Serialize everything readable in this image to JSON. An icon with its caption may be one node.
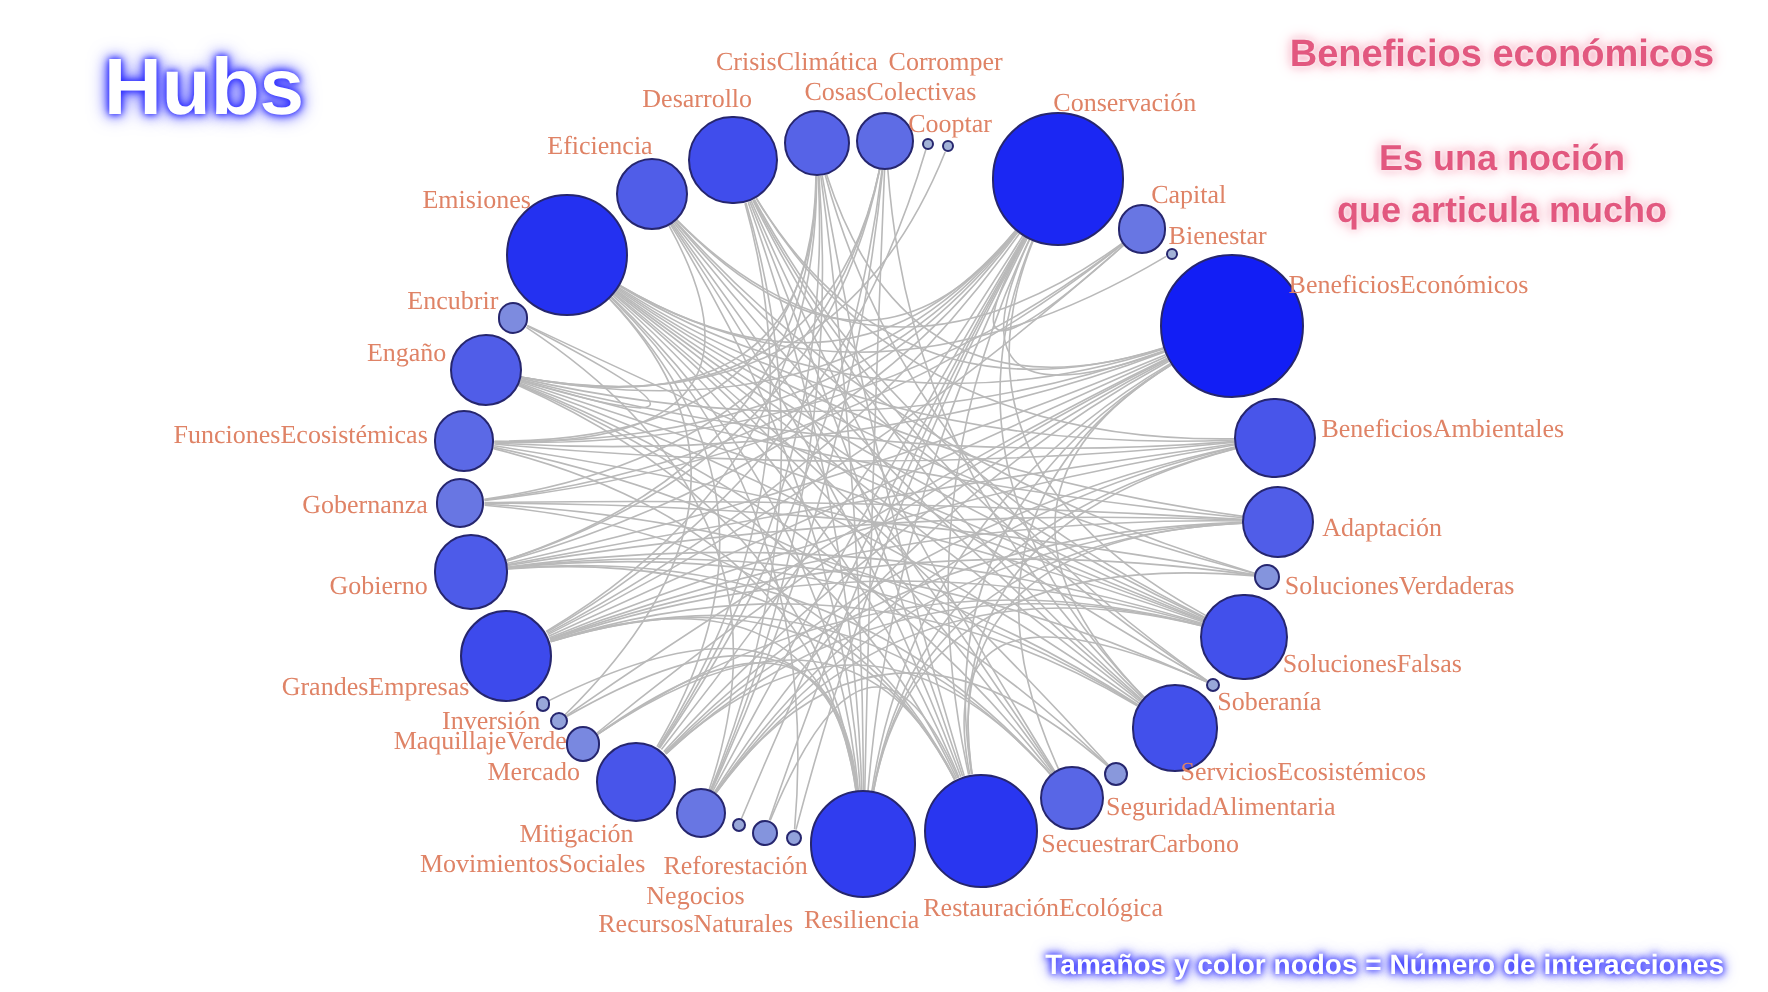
{
  "diagram": {
    "title": "Hubs",
    "nodes": [
      {
        "text": [
          "Adaptación"
        ]
      },
      {
        "text": [
          "BeneficiosAmbientales"
        ]
      },
      {
        "text": [
          "BeneficiosEconómicos"
        ]
      },
      {
        "text": [
          "Bienestar"
        ]
      },
      {
        "text": [
          "Capital"
        ]
      },
      {
        "text": [
          "Conservación"
        ]
      },
      {
        "text": [
          "Cooptar"
        ]
      },
      {
        "text": [
          "Corromper"
        ]
      },
      {
        "text": [
          "CosasColectivas"
        ]
      },
      {
        "text": [
          "CrisisClimática"
        ]
      },
      {
        "text": [
          "Desarrollo"
        ]
      },
      {
        "text": [
          "Eficiencia"
        ]
      },
      {
        "text": [
          "Emisiones"
        ]
      },
      {
        "text": [
          "Encubrir"
        ]
      },
      {
        "text": [
          "Engaño"
        ]
      },
      {
        "text": [
          "FuncionesEcosistémicas"
        ]
      },
      {
        "text": [
          "Gobernanza"
        ]
      },
      {
        "text": [
          "Gobierno"
        ]
      },
      {
        "text": [
          "GrandesEmpresas"
        ]
      },
      {
        "text": [
          "Inversión"
        ]
      },
      {
        "text": [
          "MaquillajeVerde"
        ]
      },
      {
        "text": [
          "Mercado"
        ]
      },
      {
        "text": [
          "Mitigación"
        ]
      },
      {
        "text": [
          "MovimientosSociales"
        ]
      },
      {
        "text": [
          "Negocios"
        ]
      },
      {
        "text": [
          "RecursosNaturales"
        ]
      },
      {
        "text": [
          "Reforestación"
        ]
      },
      {
        "text": [
          "Resiliencia"
        ]
      },
      {
        "text": [
          "RestauraciónEcológica"
        ]
      },
      {
        "text": [
          "SecuestrarCarbono"
        ]
      },
      {
        "text": [
          "SeguridadAlimentaria"
        ]
      },
      {
        "text": [
          "ServiciosEcosistémicos"
        ]
      },
      {
        "text": [
          "Soberanía"
        ]
      },
      {
        "text": [
          "SolucionesFalsas"
        ]
      },
      {
        "text": [
          "SolucionesVerdaderas"
        ]
      }
    ],
    "edges": [
      {
        "from": 2,
        "to": 12,
        "arrow": "none"
      },
      {
        "from": 2,
        "to": 5,
        "arrow": "none"
      },
      {
        "from": 2,
        "to": 28,
        "arrow": "none"
      },
      {
        "from": 2,
        "to": 27,
        "arrow": "none"
      },
      {
        "from": 2,
        "to": 18,
        "arrow": "none"
      },
      {
        "from": 2,
        "to": 10,
        "arrow": "none"
      },
      {
        "from": 2,
        "to": 22,
        "arrow": "none"
      },
      {
        "from": 2,
        "to": 31,
        "arrow": "none"
      },
      {
        "from": 2,
        "to": 14,
        "arrow": "none"
      },
      {
        "from": 2,
        "to": 17,
        "arrow": "none"
      },
      {
        "from": 2,
        "to": 21,
        "arrow": "none"
      },
      {
        "from": 2,
        "to": 23,
        "arrow": "none"
      },
      {
        "from": 2,
        "to": 29,
        "arrow": "none"
      },
      {
        "from": 2,
        "to": 15,
        "arrow": "none"
      },
      {
        "from": 2,
        "to": 9,
        "arrow": "none"
      },
      {
        "from": 2,
        "to": 20,
        "arrow": "none"
      },
      {
        "from": 5,
        "to": 12,
        "arrow": "none"
      },
      {
        "from": 5,
        "to": 28,
        "arrow": "none"
      },
      {
        "from": 5,
        "to": 27,
        "arrow": "none"
      },
      {
        "from": 5,
        "to": 18,
        "arrow": "none"
      },
      {
        "from": 5,
        "to": 31,
        "arrow": "none"
      },
      {
        "from": 5,
        "to": 33,
        "arrow": "none"
      },
      {
        "from": 5,
        "to": 15,
        "arrow": "none"
      },
      {
        "from": 5,
        "to": 16,
        "arrow": "none"
      },
      {
        "from": 5,
        "to": 22,
        "arrow": "none"
      },
      {
        "from": 5,
        "to": 23,
        "arrow": "none"
      },
      {
        "from": 5,
        "to": 25,
        "arrow": "none"
      },
      {
        "from": 5,
        "to": 17,
        "arrow": "none"
      },
      {
        "from": 5,
        "to": 11,
        "arrow": "none"
      },
      {
        "from": 5,
        "to": 14,
        "arrow": "none"
      },
      {
        "from": 12,
        "to": 28,
        "arrow": "none"
      },
      {
        "from": 12,
        "to": 27,
        "arrow": "none"
      },
      {
        "from": 12,
        "to": 33,
        "arrow": "none"
      },
      {
        "from": 12,
        "to": 29,
        "arrow": "none"
      },
      {
        "from": 12,
        "to": 0,
        "arrow": "none"
      },
      {
        "from": 12,
        "to": 1,
        "arrow": "none"
      },
      {
        "from": 12,
        "to": 31,
        "arrow": "none"
      },
      {
        "from": 12,
        "to": 22,
        "arrow": "none"
      },
      {
        "from": 12,
        "to": 34,
        "arrow": "none"
      },
      {
        "from": 12,
        "to": 32,
        "arrow": "none"
      },
      {
        "from": 12,
        "to": 26,
        "arrow": "none"
      },
      {
        "from": 28,
        "to": 18,
        "arrow": "none"
      },
      {
        "from": 28,
        "to": 10,
        "arrow": "none"
      },
      {
        "from": 28,
        "to": 14,
        "arrow": "none"
      },
      {
        "from": 28,
        "to": 16,
        "arrow": "none"
      },
      {
        "from": 28,
        "to": 0,
        "arrow": "none"
      },
      {
        "from": 28,
        "to": 1,
        "arrow": "none"
      },
      {
        "from": 28,
        "to": 9,
        "arrow": "none"
      },
      {
        "from": 28,
        "to": 11,
        "arrow": "none"
      },
      {
        "from": 28,
        "to": 17,
        "arrow": "none"
      },
      {
        "from": 28,
        "to": 21,
        "arrow": "none"
      },
      {
        "from": 27,
        "to": 18,
        "arrow": "none"
      },
      {
        "from": 27,
        "to": 10,
        "arrow": "none"
      },
      {
        "from": 27,
        "to": 9,
        "arrow": "none"
      },
      {
        "from": 27,
        "to": 1,
        "arrow": "none"
      },
      {
        "from": 27,
        "to": 0,
        "arrow": "none"
      },
      {
        "from": 27,
        "to": 15,
        "arrow": "none"
      },
      {
        "from": 27,
        "to": 14,
        "arrow": "none"
      },
      {
        "from": 27,
        "to": 11,
        "arrow": "none"
      },
      {
        "from": 27,
        "to": 8,
        "arrow": "none"
      },
      {
        "from": 27,
        "to": 20,
        "arrow": "none"
      },
      {
        "from": 18,
        "to": 33,
        "arrow": "none"
      },
      {
        "from": 18,
        "to": 31,
        "arrow": "none"
      },
      {
        "from": 18,
        "to": 1,
        "arrow": "none"
      },
      {
        "from": 18,
        "to": 0,
        "arrow": "none"
      },
      {
        "from": 18,
        "to": 29,
        "arrow": "none"
      },
      {
        "from": 18,
        "to": 9,
        "arrow": "none"
      },
      {
        "from": 18,
        "to": 4,
        "arrow": "none"
      },
      {
        "from": 18,
        "to": 34,
        "arrow": "none"
      },
      {
        "from": 10,
        "to": 33,
        "arrow": "none"
      },
      {
        "from": 10,
        "to": 31,
        "arrow": "none"
      },
      {
        "from": 10,
        "to": 22,
        "arrow": "none"
      },
      {
        "from": 10,
        "to": 29,
        "arrow": "none"
      },
      {
        "from": 10,
        "to": 1,
        "arrow": "none"
      },
      {
        "from": 10,
        "to": 23,
        "arrow": "none"
      },
      {
        "from": 10,
        "to": 32,
        "arrow": "none"
      },
      {
        "from": 33,
        "to": 14,
        "arrow": "none"
      },
      {
        "from": 33,
        "to": 17,
        "arrow": "none"
      },
      {
        "from": 33,
        "to": 22,
        "arrow": "none"
      },
      {
        "from": 33,
        "to": 15,
        "arrow": "none"
      },
      {
        "from": 33,
        "to": 11,
        "arrow": "none"
      },
      {
        "from": 33,
        "to": 21,
        "arrow": "none"
      },
      {
        "from": 33,
        "to": 23,
        "arrow": "none"
      },
      {
        "from": 31,
        "to": 14,
        "arrow": "none"
      },
      {
        "from": 31,
        "to": 17,
        "arrow": "none"
      },
      {
        "from": 31,
        "to": 11,
        "arrow": "none"
      },
      {
        "from": 31,
        "to": 8,
        "arrow": "none"
      },
      {
        "from": 31,
        "to": 16,
        "arrow": "none"
      },
      {
        "from": 22,
        "to": 0,
        "arrow": "none"
      },
      {
        "from": 22,
        "to": 1,
        "arrow": "none"
      },
      {
        "from": 22,
        "to": 9,
        "arrow": "none"
      },
      {
        "from": 22,
        "to": 8,
        "arrow": "none"
      },
      {
        "from": 22,
        "to": 29,
        "arrow": "none"
      },
      {
        "from": 1,
        "to": 14,
        "arrow": "none"
      },
      {
        "from": 1,
        "to": 17,
        "arrow": "none"
      },
      {
        "from": 1,
        "to": 15,
        "arrow": "none"
      },
      {
        "from": 1,
        "to": 23,
        "arrow": "none"
      },
      {
        "from": 0,
        "to": 14,
        "arrow": "none"
      },
      {
        "from": 0,
        "to": 17,
        "arrow": "none"
      },
      {
        "from": 0,
        "to": 23,
        "arrow": "none"
      },
      {
        "from": 0,
        "to": 16,
        "arrow": "none"
      },
      {
        "from": 29,
        "to": 11,
        "arrow": "none"
      },
      {
        "from": 29,
        "to": 14,
        "arrow": "none"
      },
      {
        "from": 29,
        "to": 17,
        "arrow": "none"
      },
      {
        "from": 17,
        "to": 9,
        "arrow": "none"
      },
      {
        "from": 17,
        "to": 8,
        "arrow": "none"
      },
      {
        "from": 17,
        "to": 32,
        "arrow": "none"
      },
      {
        "from": 14,
        "to": 13,
        "arrow": "none"
      },
      {
        "from": 14,
        "to": 8,
        "arrow": "none"
      },
      {
        "from": 14,
        "to": 9,
        "arrow": "none"
      },
      {
        "from": 9,
        "to": 23,
        "arrow": "none"
      },
      {
        "from": 9,
        "to": 15,
        "arrow": "none"
      },
      {
        "from": 9,
        "to": 32,
        "arrow": "none"
      },
      {
        "from": 11,
        "to": 15,
        "arrow": "none"
      },
      {
        "from": 11,
        "to": 4,
        "arrow": "none"
      },
      {
        "from": 11,
        "to": 34,
        "arrow": "none"
      },
      {
        "from": 8,
        "to": 23,
        "arrow": "none"
      },
      {
        "from": 8,
        "to": 16,
        "arrow": "none"
      },
      {
        "from": 15,
        "to": 30,
        "arrow": "none"
      },
      {
        "from": 15,
        "to": 4,
        "arrow": "none"
      },
      {
        "from": 16,
        "to": 4,
        "arrow": "none"
      },
      {
        "from": 16,
        "to": 34,
        "arrow": "none"
      },
      {
        "from": 23,
        "to": 30,
        "arrow": "none"
      },
      {
        "from": 23,
        "to": 13,
        "arrow": "none"
      },
      {
        "from": 3,
        "to": 12,
        "arrow": "none"
      },
      {
        "from": 6,
        "to": 14,
        "arrow": "none"
      },
      {
        "from": 7,
        "to": 18,
        "arrow": "none"
      },
      {
        "from": 19,
        "to": 27,
        "arrow": "none"
      },
      {
        "from": 24,
        "to": 5,
        "arrow": "none"
      },
      {
        "from": 25,
        "to": 28,
        "arrow": "none"
      },
      {
        "from": 26,
        "to": 5,
        "arrow": "none"
      },
      {
        "from": 13,
        "to": 33,
        "arrow": "none"
      },
      {
        "from": 20,
        "to": 12,
        "arrow": "none"
      },
      {
        "from": 21,
        "to": 27,
        "arrow": "none"
      },
      {
        "from": 4,
        "to": 5,
        "arrow": "none"
      },
      {
        "from": 32,
        "to": 28,
        "arrow": "none"
      },
      {
        "from": 30,
        "to": 12,
        "arrow": "none"
      },
      {
        "from": 34,
        "to": 27,
        "arrow": "none"
      }
    ],
    "labels": [
      "Beneficios económicos",
      "Es una noción que articula mucho",
      "Tamaños y color nodos = Número de interacciones"
    ]
  }
}
